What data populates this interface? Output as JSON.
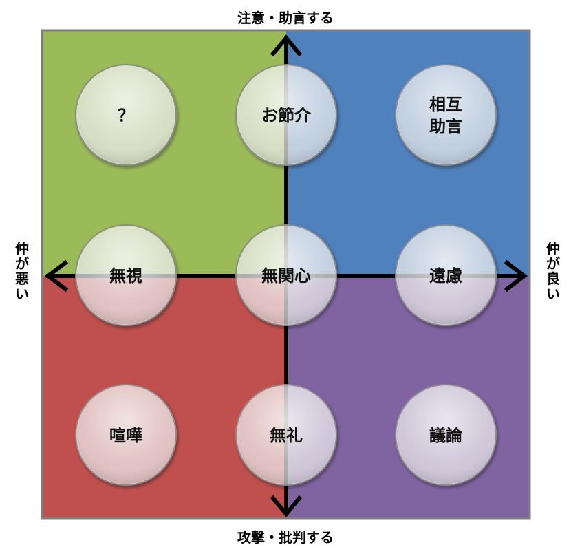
{
  "axes": {
    "top": "注意・助言する",
    "bottom": "攻撃・批判する",
    "left": [
      "仲",
      "が",
      "悪",
      "い"
    ],
    "right": [
      "仲",
      "が",
      "良",
      "い"
    ]
  },
  "quadrants": {
    "top_left": {
      "color": "#9bbb59"
    },
    "top_right": {
      "color": "#4f81bd"
    },
    "bottom_left": {
      "color": "#c0504d"
    },
    "bottom_right": {
      "color": "#8064a2"
    }
  },
  "circles": [
    {
      "id": "question",
      "lines": [
        "？"
      ]
    },
    {
      "id": "osekkai",
      "lines": [
        "お節介"
      ]
    },
    {
      "id": "sougo-jogen",
      "lines": [
        "相互",
        "助言"
      ]
    },
    {
      "id": "mushi",
      "lines": [
        "無視"
      ]
    },
    {
      "id": "mukanshin",
      "lines": [
        "無関心"
      ]
    },
    {
      "id": "enryo",
      "lines": [
        "遠慮"
      ]
    },
    {
      "id": "kenka",
      "lines": [
        "喧嘩"
      ]
    },
    {
      "id": "burei",
      "lines": [
        "無礼"
      ]
    },
    {
      "id": "giron",
      "lines": [
        "議論"
      ]
    }
  ]
}
